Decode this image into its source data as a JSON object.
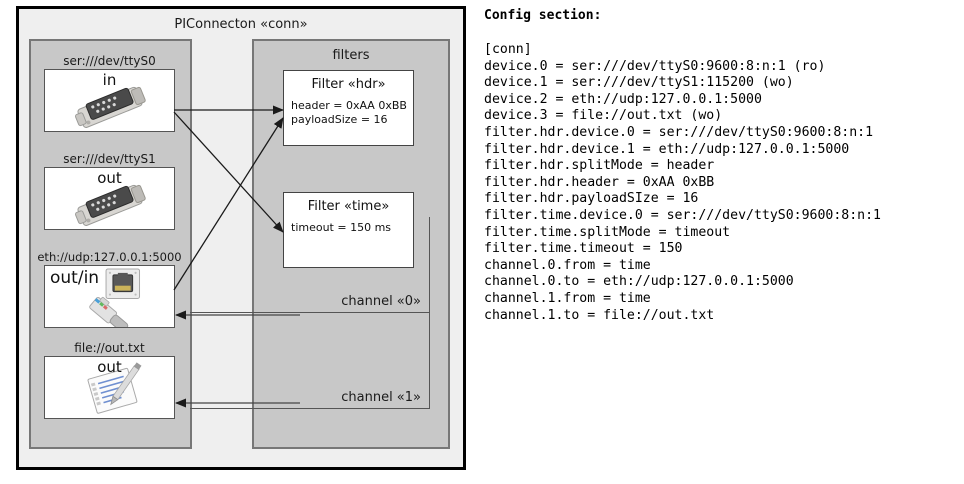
{
  "diagram": {
    "title": "PIConnecton «conn»",
    "devices_panel": {
      "name": "devices",
      "items": [
        {
          "caption": "ser:///dev/ttyS0",
          "direction": "in",
          "icon": "serial-db9-icon"
        },
        {
          "caption": "ser:///dev/ttyS1",
          "direction": "out",
          "icon": "serial-db9-icon"
        },
        {
          "caption": "eth://udp:127.0.0.1:5000",
          "direction": "out/in",
          "icon": "ethernet-rj45-icon"
        },
        {
          "caption": "file://out.txt",
          "direction": "out",
          "icon": "text-file-icon"
        }
      ]
    },
    "filters_panel": {
      "title": "filters",
      "filters": [
        {
          "title": "Filter «hdr»",
          "props": [
            "header = 0xAA 0xBB",
            "payloadSize = 16"
          ]
        },
        {
          "title": "Filter «time»",
          "props": [
            "timeout = 150 ms"
          ]
        }
      ],
      "channels": [
        {
          "label": "channel «0»"
        },
        {
          "label": "channel «1»"
        }
      ]
    }
  },
  "config": {
    "heading": "Config section:",
    "lines": "[conn]\ndevice.0 = ser:///dev/ttyS0:9600:8:n:1 (ro)\ndevice.1 = ser:///dev/ttyS1:115200 (wo)\ndevice.2 = eth://udp:127.0.0.1:5000\ndevice.3 = file://out.txt (wo)\nfilter.hdr.device.0 = ser:///dev/ttyS0:9600:8:n:1\nfilter.hdr.device.1 = eth://udp:127.0.0.1:5000\nfilter.hdr.splitMode = header\nfilter.hdr.header = 0xAA 0xBB\nfilter.hdr.payloadSIze = 16\nfilter.time.device.0 = ser:///dev/ttyS0:9600:8:n:1\nfilter.time.splitMode = timeout\nfilter.time.timeout = 150\nchannel.0.from = time\nchannel.0.to = eth://udp:127.0.0.1:5000\nchannel.1.from = time\nchannel.1.to = file://out.txt"
  },
  "colors": {
    "outer_bg": "#efefef",
    "panel_bg": "#c8c8c8",
    "box_bg": "#ffffff",
    "border": "#555555",
    "arrow": "#1a1a1a"
  }
}
